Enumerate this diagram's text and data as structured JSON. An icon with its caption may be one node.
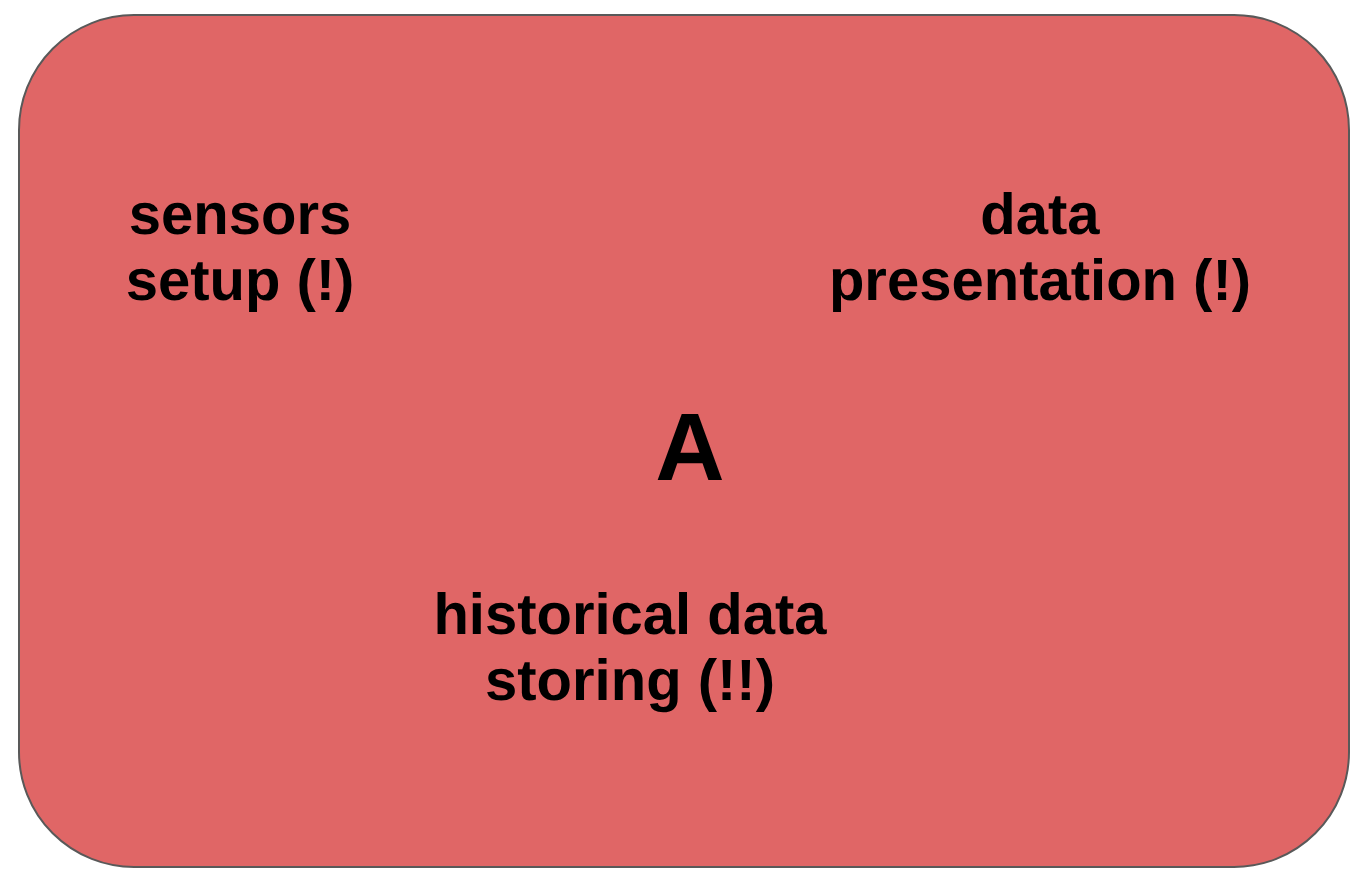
{
  "diagram": {
    "nodes": [
      {
        "text": [
          "sensors setup (!)",
          "data presentation (!)",
          "A",
          "historical data storing (!!)"
        ]
      }
    ]
  }
}
